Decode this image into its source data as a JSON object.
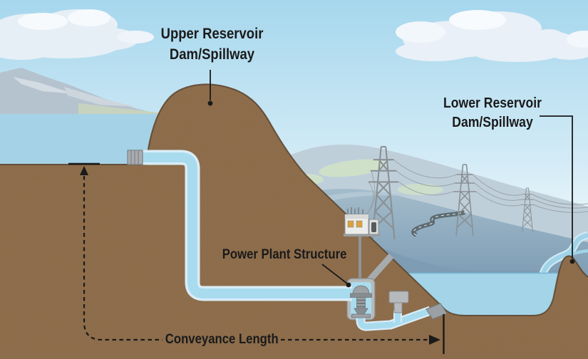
{
  "labels": {
    "upper_reservoir": {
      "line1": "Upper Reservoir",
      "line2": "Dam/Spillway"
    },
    "lower_reservoir": {
      "line1": "Lower Reservoir",
      "line2": "Dam/Spillway"
    },
    "power_plant": "Power Plant Structure",
    "conveyance_length": "Conveyance Length"
  },
  "colors": {
    "sky_top": "#a6d7ed",
    "sky_horizon": "#fbfdfe",
    "reservoir_water": "#a5d2e6",
    "earth_brown": "#8d6c4a",
    "terrain_outline": "#5d4731",
    "pipe_fill": "#a9dbee",
    "pipe_border": "#d9edf7",
    "structure_gray": "#b6babc",
    "transformer_window": "#d9a23c",
    "annotation_black": "#1a1a1a",
    "background_hills": "#7e9cb4"
  }
}
